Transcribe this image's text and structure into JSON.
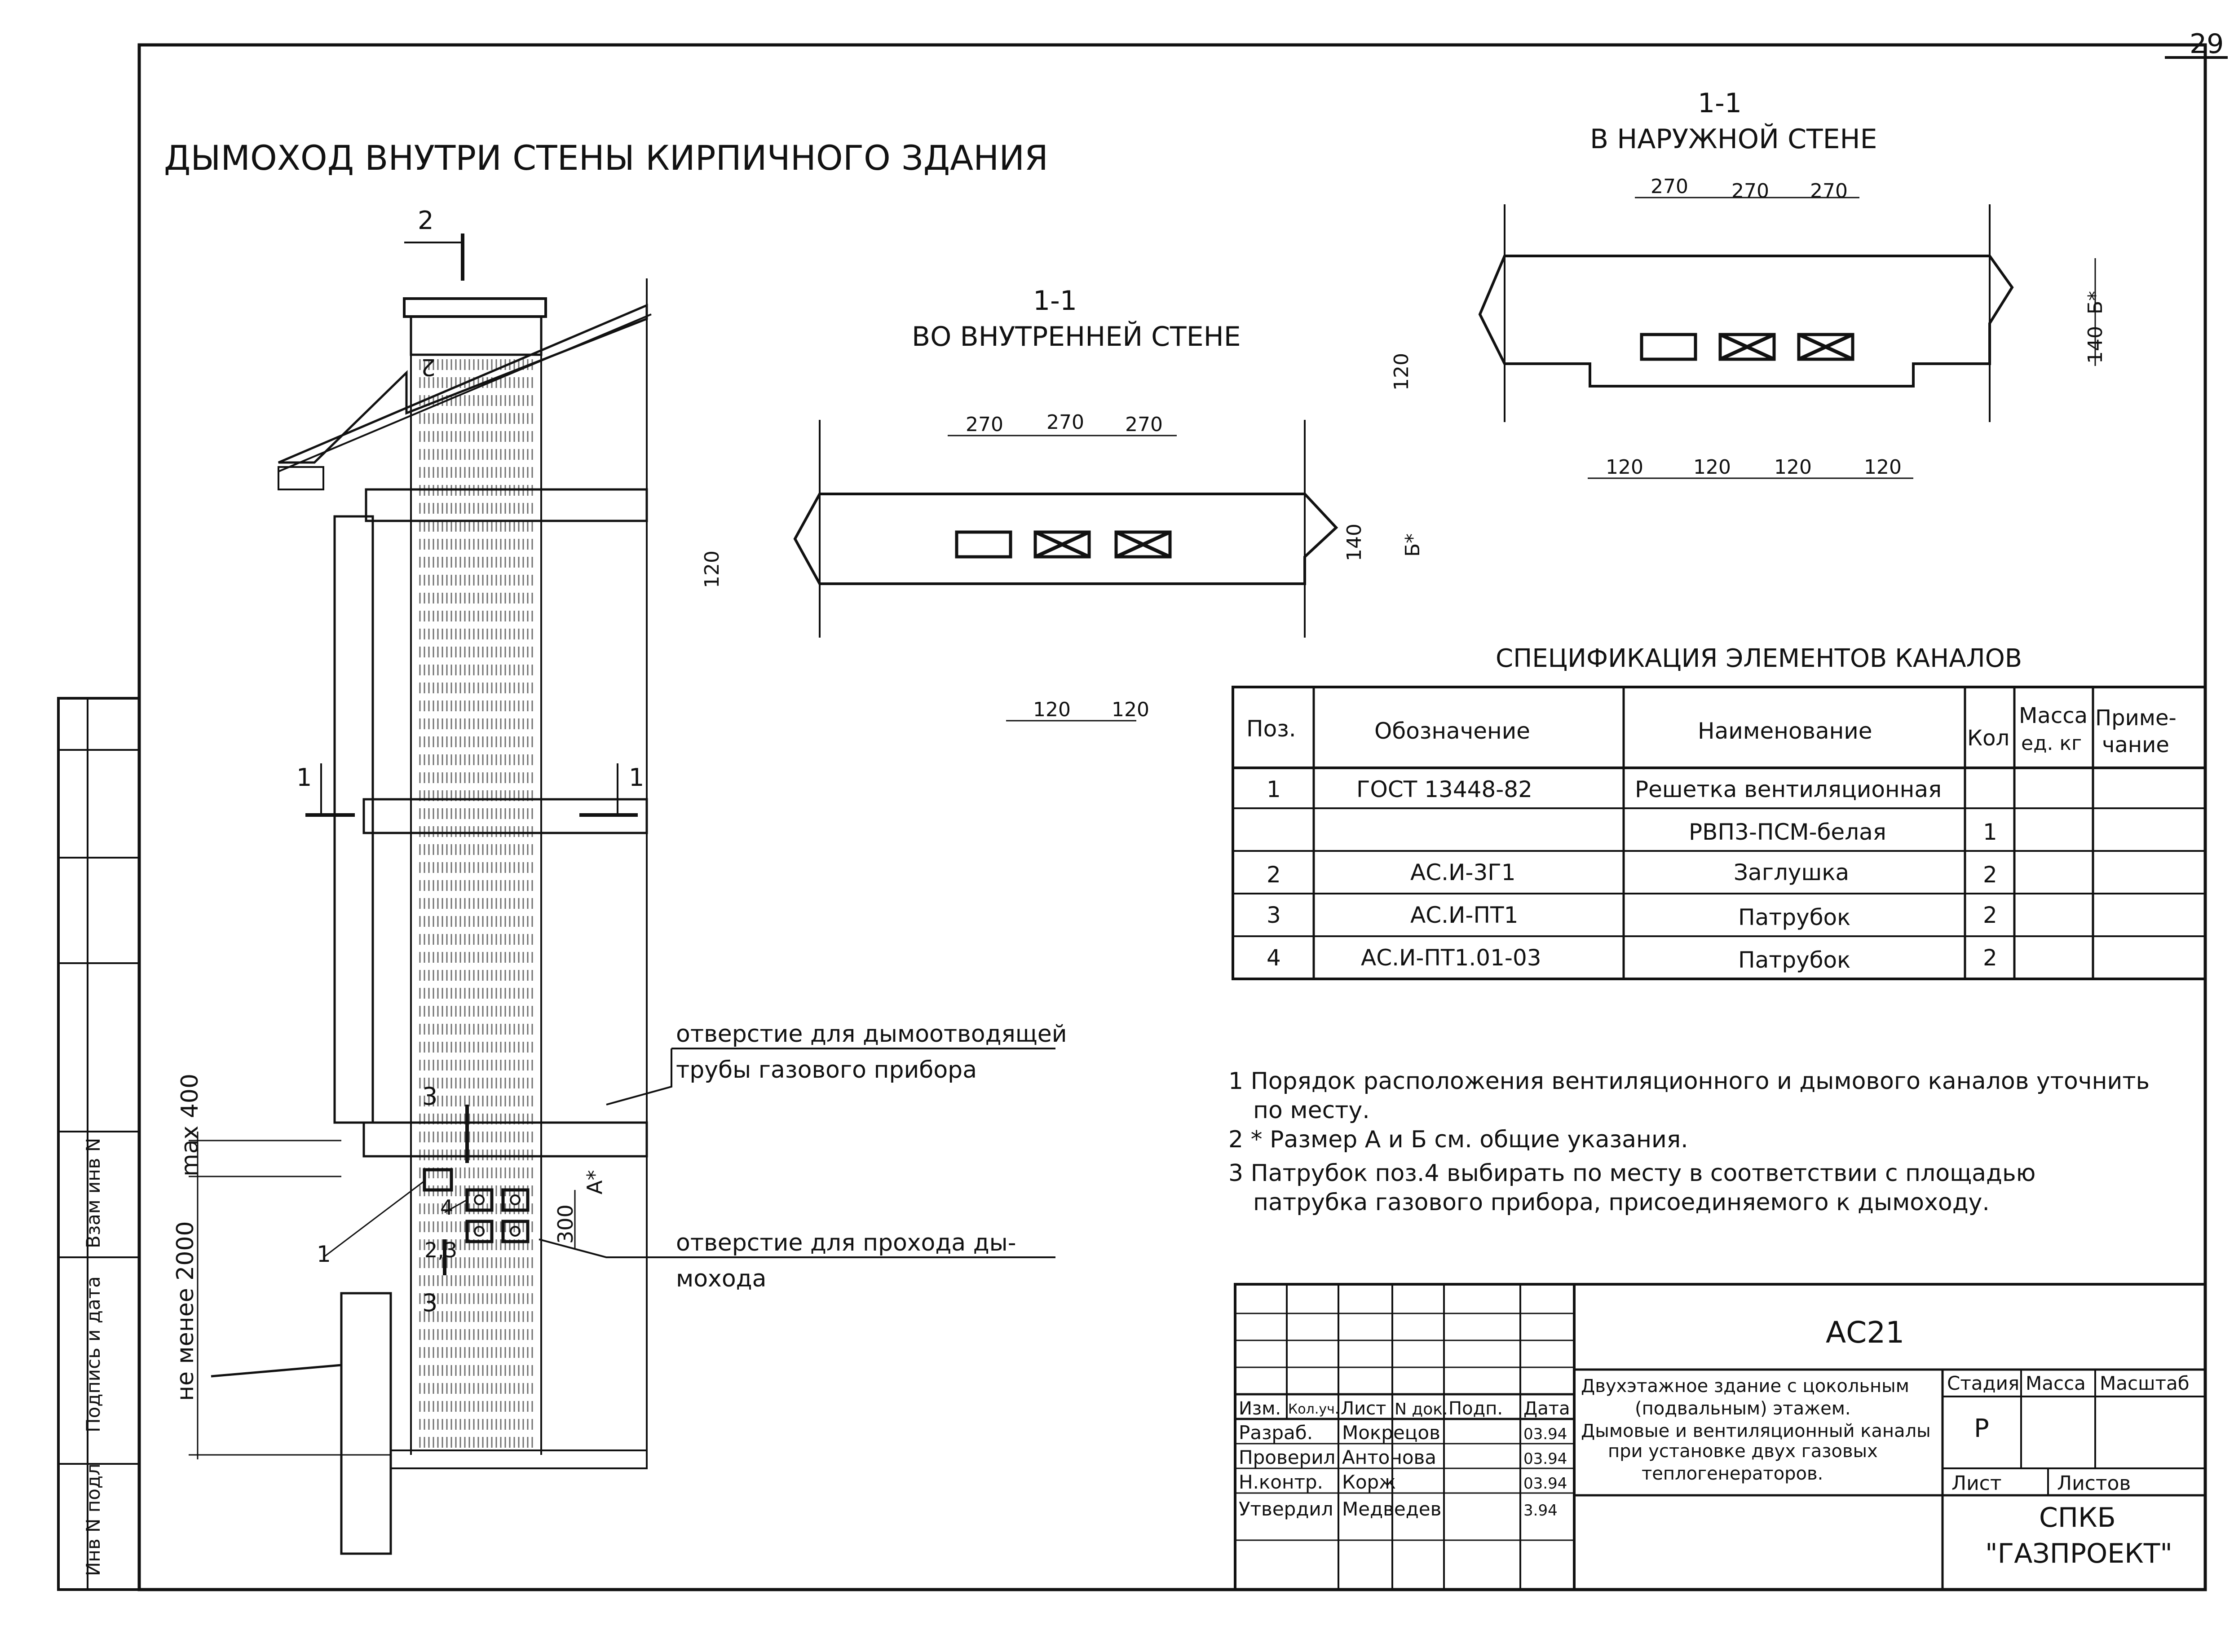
{
  "page_number": "29",
  "main_title": "ДЫМОХОД ВНУТРИ СТЕНЫ КИРПИЧНОГО ЗДАНИЯ",
  "section_outer": {
    "mark": "1-1",
    "caption": "В НАРУЖНОЙ СТЕНЕ",
    "dims_top": [
      "270",
      "270",
      "270"
    ],
    "dims_bottom": [
      "120",
      "120",
      "120",
      "120"
    ],
    "dim_left": "120",
    "dim_140": "140",
    "dim_b": "Б*"
  },
  "section_inner": {
    "mark": "1-1",
    "caption": "ВО ВНУТРЕННЕЙ СТЕНЕ",
    "dims_top": [
      "270",
      "270",
      "270"
    ],
    "dims_bottom": [
      "120",
      "120"
    ],
    "dim_left": "120",
    "dim_140": "140",
    "dim_b": "Б*"
  },
  "elevation": {
    "cut_2": "2",
    "cut_1": "1",
    "cut_3": "3",
    "pos_1": "1",
    "pos_4": "4",
    "pos_23": "2,3",
    "dim_max": "max 400",
    "dim_min": "не менее 2000",
    "dim_300": "300",
    "dim_a": "А*",
    "callout1_line1": "отверстие для дымоотводящей",
    "callout1_line2": "трубы газового прибора",
    "callout2_line1": "отверстие для прохода ды-",
    "callout2_line2": "мохода"
  },
  "spec": {
    "title": "СПЕЦИФИКАЦИЯ ЭЛЕМЕНТОВ КАНАЛОВ",
    "headers": [
      "Поз.",
      "Обозначение",
      "Наименование",
      "Кол",
      "Масса",
      "ед. кг",
      "Приме-",
      "чание"
    ],
    "rows": [
      [
        "1",
        "ГОСТ 13448-82",
        "Решетка вентиляционная",
        "",
        "",
        ""
      ],
      [
        "",
        "",
        "РВП3-ПСМ-белая",
        "1",
        "",
        ""
      ],
      [
        "2",
        "АС.И-3Г1",
        "Заглушка",
        "2",
        "",
        ""
      ],
      [
        "3",
        "АС.И-ПТ1",
        "Патрубок",
        "2",
        "",
        ""
      ],
      [
        "4",
        "АС.И-ПТ1.01-03",
        "Патрубок",
        "2",
        "",
        ""
      ]
    ]
  },
  "notes": [
    "1 Порядок расположения вентиляционного и дымового каналов уточнить",
    "по месту.",
    "2 * Размер А и Б см. общие указания.",
    "3 Патрубок поз.4 выбирать по месту в соответствии с площадью",
    "патрубка газового прибора, присоединяемого к дымоходу."
  ],
  "side_stamp": [
    "Взам инв N",
    "Подпись и дата",
    "Инв N подл"
  ],
  "title_block": {
    "code": "АС21",
    "description": [
      "Двухэтажное здание с цокольным",
      "(подвальным) этажем.",
      "Дымовые и вентиляционный каналы",
      "при установке двух газовых",
      "теплогенераторов."
    ],
    "col_headers": [
      "Изм.",
      "Кол.уч.",
      "Лист",
      "N док.",
      "Подп.",
      "Дата"
    ],
    "roles": [
      {
        "role": "Разраб.",
        "name": "Мокрецов",
        "date": "03.94"
      },
      {
        "role": "Проверил",
        "name": "Антонова",
        "date": "03.94"
      },
      {
        "role": "Н.контр.",
        "name": "Корж",
        "date": "03.94"
      },
      {
        "role": "Утвердил",
        "name": "Медведев",
        "date": "3.94"
      }
    ],
    "stage_headers": [
      "Стадия",
      "Масса",
      "Масштаб"
    ],
    "stage_value": "Р",
    "sheet_label": "Лист",
    "sheets_label": "Листов",
    "org_line1": "СПКБ",
    "org_line2": "\"ГАЗПРОЕКТ\""
  },
  "colors": {
    "ink": "#111111",
    "paper": "#ffffff"
  }
}
